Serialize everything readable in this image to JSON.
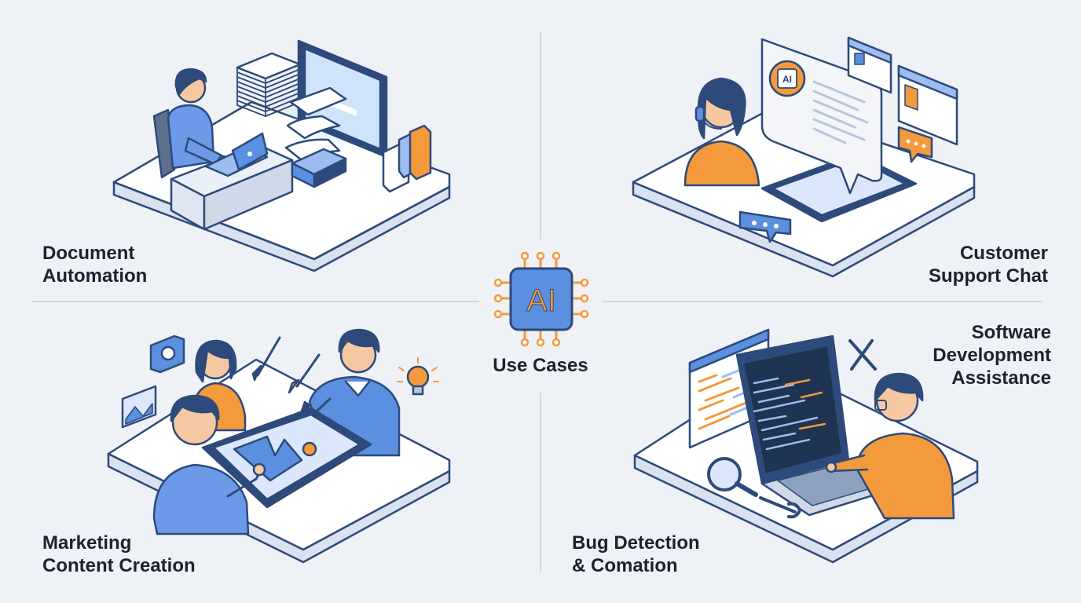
{
  "center": {
    "chip_text": "AI",
    "title": "Use Cases"
  },
  "quadrants": {
    "top_left": {
      "line1": "Document",
      "line2": "Automation"
    },
    "top_right": {
      "line1": "Customer",
      "line2": "Support Chat"
    },
    "bottom_left": {
      "line1": "Marketing",
      "line2": "Content Creation"
    },
    "bottom_right": {
      "line1": "Software",
      "line2": "Development",
      "line3": "Assistance"
    },
    "bottom_right_lower": {
      "line1": "Bug Detection",
      "line2": "& Comation"
    }
  },
  "icons": {
    "top_right_screen_badge": "AI"
  },
  "colors": {
    "background": "#eef1f5",
    "navy": "#2d4a7a",
    "blue": "#5b8fdf",
    "light_blue": "#cfe0fa",
    "orange": "#f39a3d",
    "text": "#1b2230"
  }
}
